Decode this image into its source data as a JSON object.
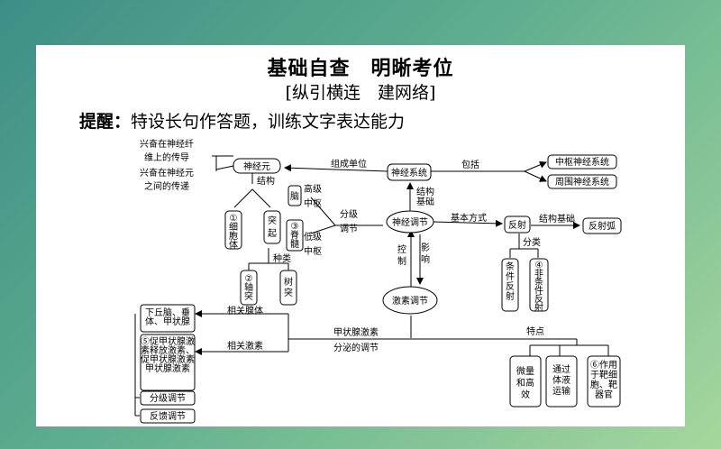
{
  "header": {
    "title": "基础自查　明晰考位",
    "subtitle": "[纵引横连　建网络]",
    "tip_label": "提醒：",
    "tip_text": "特设长句作答题，训练文字表达能力"
  },
  "nodes": {
    "neuron": "神经元",
    "nervous_system": "神经系统",
    "central": "中枢神经系统",
    "peripheral": "周围神经系统",
    "neural_reg": "神经调节",
    "reflex": "反射",
    "reflex_arc": "反射弧",
    "conditioned": "条件反射",
    "unconditioned": "④非条件反射",
    "cell_body": "①细胞体",
    "process": "突起",
    "axon": "②轴突",
    "dendrite": "树突",
    "brain": "脑",
    "spinal": "③脊髓",
    "humoral": "激素调节",
    "glands": "下丘脑、垂体、甲状腺",
    "hormones": "⑤促甲状腺激素释放激素、促甲状腺激素甲状腺激素",
    "graded": "分级调节",
    "feedback": "反馈调节",
    "feat1": "微量和高效",
    "feat2": "通过体液运输",
    "feat3": "⑥作用于靶细胞、靶器官"
  },
  "notes": {
    "excite_fiber": "兴奋在神经纤维上的传导",
    "excite_between": "兴奋在神经元之间的传递"
  },
  "labels": {
    "composition_unit": "组成单位",
    "includes": "包括",
    "structure": "结构",
    "structural_basis": "结构基础",
    "basic_mode": "基本方式",
    "reflex_structure_basis": "结构基础",
    "classify": "分类",
    "higher_center": "高级中枢",
    "lower_center": "低级中枢",
    "graded_reg": "分级调节",
    "types": "种类",
    "control": "控制",
    "influence": "影响",
    "related_glands": "相关腺体",
    "related_hormones": "相关激素",
    "thyroid_reg": "甲状腺激素分泌的调节",
    "features": "特点"
  }
}
